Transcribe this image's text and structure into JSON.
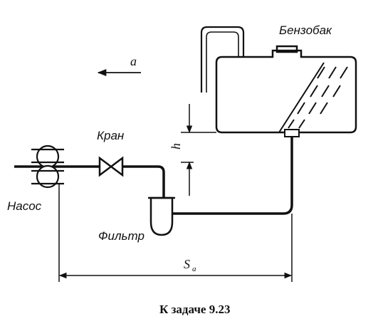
{
  "labels": {
    "tank": "Бензобак",
    "valve": "Кран",
    "pump": "Насос",
    "filter": "Фильтр",
    "acceleration": "a",
    "height": "h",
    "distance": "S",
    "distance_subscript": "a"
  },
  "caption": "К задаче 9.23",
  "colors": {
    "ink": "#111111",
    "background": "#ffffff"
  }
}
